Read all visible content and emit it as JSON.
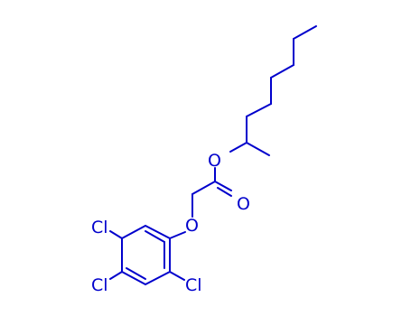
{
  "molecule": {
    "color": "#0000cc",
    "atoms": {
      "ester_o": "O",
      "carbonyl_o": "O",
      "ether_o": "O",
      "cl_top": "Cl",
      "cl_mid": "Cl",
      "cl_right": "Cl"
    }
  }
}
